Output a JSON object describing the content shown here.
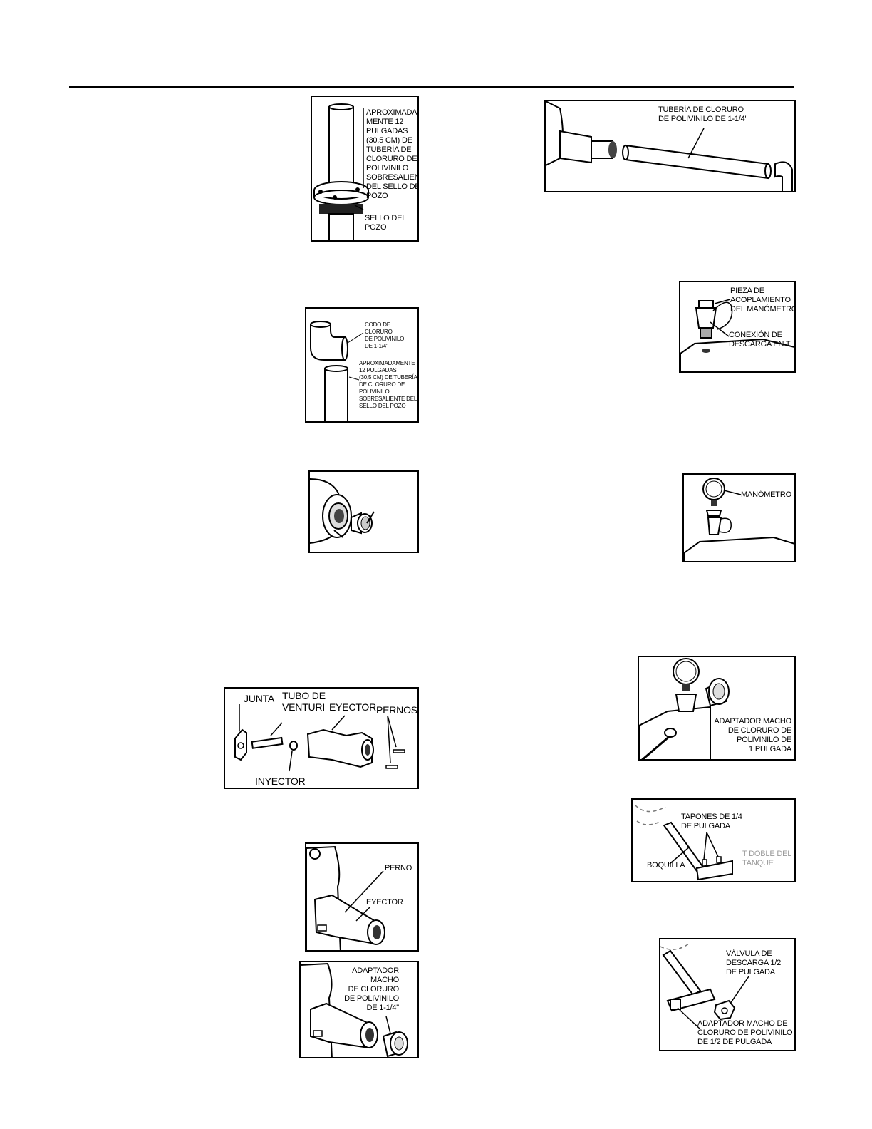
{
  "figures": {
    "well_seal": {
      "label_pipe": "APROXIMADA-\nMENTE 12\nPULGADAS\n(30,5 CM) DE\nTUBERÍA DE\nCLORURO DE\nPOLIVINILO\nSOBRESALIENTE\nDEL SELLO DEL\nPOZO",
      "label_seal": "SELLO DEL\nPOZO"
    },
    "elbow": {
      "label_elbow": "CODO DE\nCLORURO\nDE POLIVINILO\nDE 1-1/4\"",
      "label_pipe": "APROXIMADAMENTE\n12 PULGADAS\n(30,5 CM) DE TUBERÍA\nDE CLORURO DE\nPOLIVINILO\nSOBRESALIENTE DEL\nSELLO DEL POZO"
    },
    "ejector_parts": {
      "junta": "JUNTA",
      "venturi": "TUBO DE\nVENTURI",
      "eyector": "EYECTOR",
      "pernos": "PERNOS",
      "inyector": "INYECTOR"
    },
    "ejector_mount": {
      "perno": "PERNO",
      "eyector": "EYECTOR"
    },
    "adapter_125": {
      "label": "ADAPTADOR\nMACHO\nDE CLORURO\nDE POLIVINILO\nDE 1-1/4\""
    },
    "pvc_pipe": {
      "label": "TUBERÍA DE CLORURO\nDE POLIVINILO DE 1-1/4\""
    },
    "gauge_fitting": {
      "label_piece": "PIEZA DE\nACOPLAMIENTO\nDEL MANÓMETRO",
      "label_tee": "CONEXIÓN DE\nDESCARGA EN T"
    },
    "gauge": {
      "label": "MANÓMETRO"
    },
    "adapter_1in": {
      "label": "ADAPTADOR MACHO\nDE CLORURO DE\nPOLIVINILO DE\n1 PULGADA"
    },
    "tank_tee": {
      "plugs": "TAPONES DE 1/4\nDE PULGADA",
      "nipple": "BOQUILLA",
      "tee": "T DOBLE DEL\nTANQUE"
    },
    "relief_valve": {
      "valve": "VÁLVULA DE\nDESCARGA 1/2\nDE PULGADA",
      "adapter": "ADAPTADOR MACHO DE\nCLORURO DE POLIVINILO\nDE 1/2 DE PULGADA"
    }
  }
}
